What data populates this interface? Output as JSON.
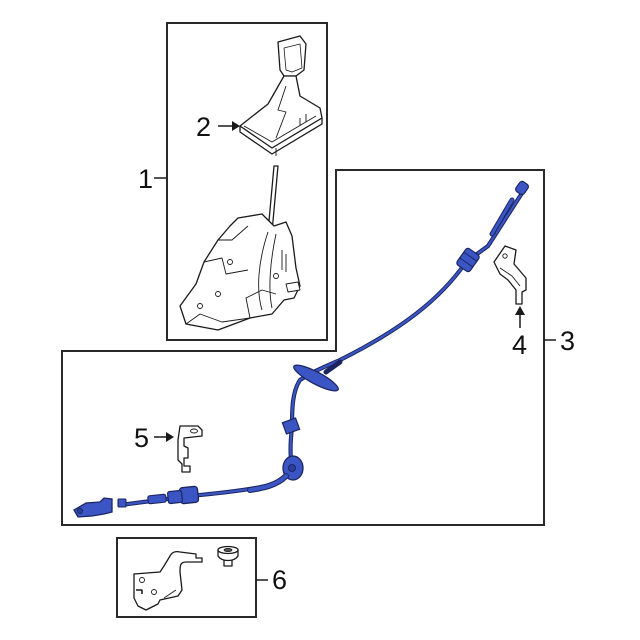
{
  "diagram": {
    "type": "exploded parts diagram",
    "subject": "automatic transmission shifter and shift cable",
    "colors": {
      "line": "#1a1a1a",
      "highlight_fill": "#3b56c4",
      "highlight_stroke": "#1b2560",
      "background": "#ffffff"
    },
    "callouts": [
      {
        "id": "1",
        "label": "1",
        "part": "Shifter assembly (group box)"
      },
      {
        "id": "2",
        "label": "2",
        "part": "Shift knob / boot bezel"
      },
      {
        "id": "3",
        "label": "3",
        "part": "Shift control cable (group box, highlighted)"
      },
      {
        "id": "4",
        "label": "4",
        "part": "Cable bracket (upper)"
      },
      {
        "id": "5",
        "label": "5",
        "part": "Cable bracket (lower)"
      },
      {
        "id": "6",
        "label": "6",
        "part": "Bracket and grommet kit (group box)"
      }
    ]
  }
}
